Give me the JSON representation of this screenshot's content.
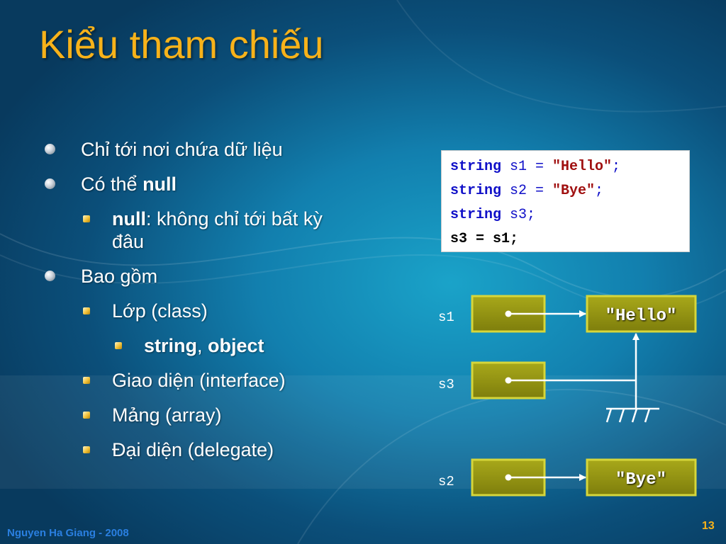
{
  "slide": {
    "title": "Kiểu tham chiếu",
    "bullets": [
      {
        "text": "Chỉ tới nơi chứa dữ liệu"
      },
      {
        "prefix": "Có thể ",
        "bold": "null"
      },
      {
        "bold": "null",
        "suffix": ": không chỉ tới bất kỳ",
        "line2": "đâu"
      },
      {
        "text": "Bao gồm"
      },
      {
        "text": "Lớp (class)"
      },
      {
        "bold1": "string",
        "sep": ", ",
        "bold2": "object"
      },
      {
        "text": "Giao diện (interface)"
      },
      {
        "text": "Mảng (array)"
      },
      {
        "text": "Đại diện (delegate)"
      }
    ],
    "code": {
      "lines": [
        {
          "kw": "string",
          "var": " s1 = ",
          "str": "\"Hello\"",
          "end": ";"
        },
        {
          "kw": "string",
          "var": " s2 = ",
          "str": "\"Bye\"",
          "end": ";"
        },
        {
          "kw": "string",
          "var": " s3;"
        },
        {
          "plain": "s3 = s1;"
        }
      ]
    },
    "diagram": {
      "vars": [
        "s1",
        "s3",
        "s2"
      ],
      "objects": [
        "\"Hello\"",
        "\"Bye\""
      ]
    },
    "footer": "Nguyen Ha Giang - 2008",
    "page_number": "13"
  },
  "colors": {
    "title": "#f7b21a",
    "box_fill": "#9a9a12",
    "box_border": "#d6d63a",
    "keyword": "#1010c8",
    "string": "#a01010"
  }
}
